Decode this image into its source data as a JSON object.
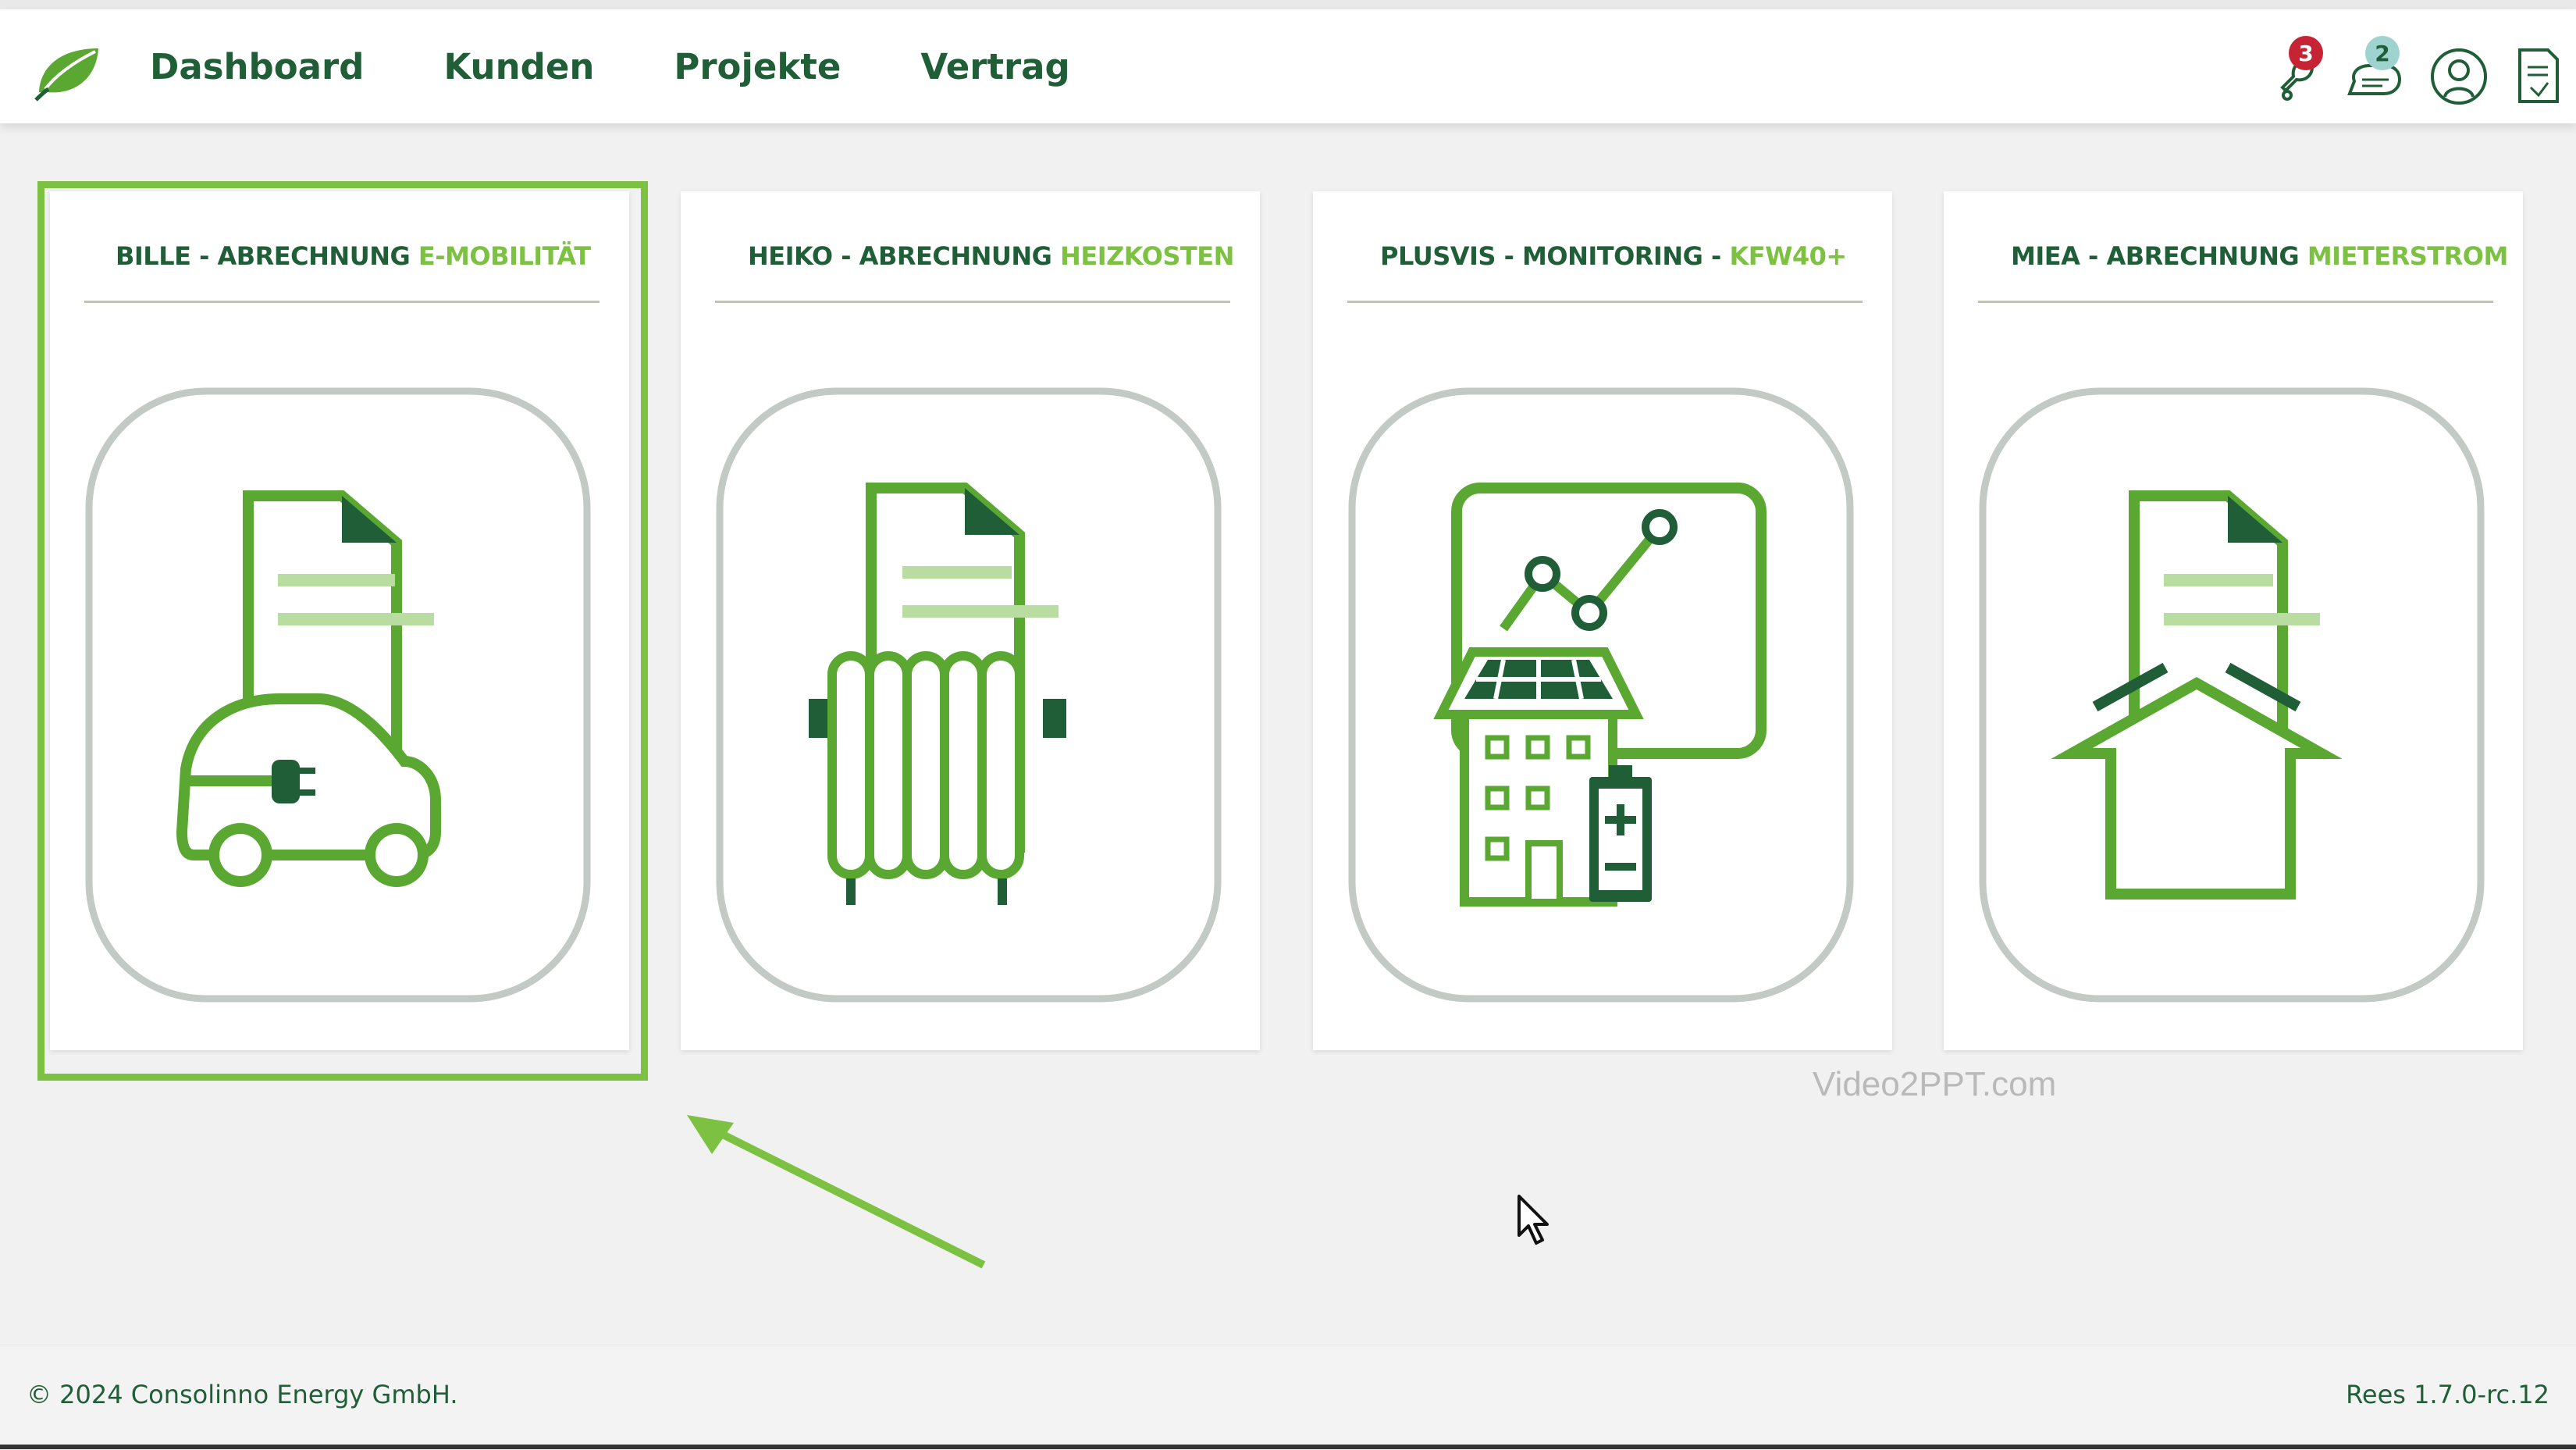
{
  "header": {
    "nav": [
      "Dashboard",
      "Kunden",
      "Projekte",
      "Vertrag"
    ],
    "notifications": {
      "count": "3"
    },
    "messages": {
      "count": "2"
    },
    "icons": [
      "bell-icon",
      "chat-icon",
      "user-icon",
      "document-icon"
    ]
  },
  "cards": [
    {
      "title_dark": "BILLE - ABRECHNUNG",
      "title_green": "E-MOBILITÄT",
      "icon": "ev-car-document-icon"
    },
    {
      "title_dark": "HEIKO - ABRECHNUNG",
      "title_green": "HEIZKOSTEN",
      "icon": "radiator-document-icon"
    },
    {
      "title_dark": "PLUSVIS - MONITORING -",
      "title_green": "KFW40+",
      "icon": "building-solar-battery-icon"
    },
    {
      "title_dark": "MIEA - ABRECHNUNG",
      "title_green": "MIETERSTROM",
      "icon": "house-document-icon"
    }
  ],
  "watermark": "Video2PPT.com",
  "footer": {
    "copyright": "© 2024 Consolinno Energy GmbH.",
    "version": "Rees 1.7.0-rc.12"
  },
  "colors": {
    "brand_dark": "#1f5e37",
    "brand_green": "#7cc142",
    "badge_red": "#c62335",
    "badge_teal": "#9ed3cf"
  }
}
